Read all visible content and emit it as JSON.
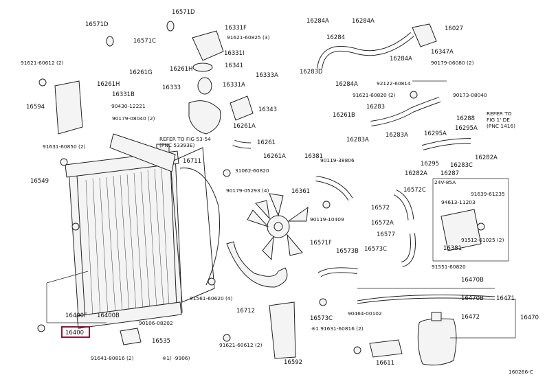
{
  "diagram_id": "160266-C",
  "highlight_color": "#8b1a3a",
  "labels": [
    {
      "id": "l1",
      "text": "16571D"
    },
    {
      "id": "l2",
      "text": "16571D"
    },
    {
      "id": "l3",
      "text": "16571C"
    },
    {
      "id": "l4",
      "text": "16331F"
    },
    {
      "id": "l5",
      "text": "91621-60825 (3)"
    },
    {
      "id": "l6",
      "text": "16331I"
    },
    {
      "id": "l7",
      "text": "91621-60612 (2)"
    },
    {
      "id": "l8",
      "text": "16261H"
    },
    {
      "id": "l9",
      "text": "16261H"
    },
    {
      "id": "l10",
      "text": "16341"
    },
    {
      "id": "l11",
      "text": "16261G"
    },
    {
      "id": "l12",
      "text": "16333A"
    },
    {
      "id": "l13",
      "text": "16331A"
    },
    {
      "id": "l14",
      "text": "16331B"
    },
    {
      "id": "l15",
      "text": "16333"
    },
    {
      "id": "l16",
      "text": "16594"
    },
    {
      "id": "l17",
      "text": "90430-12221"
    },
    {
      "id": "l18",
      "text": "16343"
    },
    {
      "id": "l19",
      "text": "90179-08040 (2)"
    },
    {
      "id": "l20",
      "text": "16261A"
    },
    {
      "id": "l21",
      "text": "16261"
    },
    {
      "id": "l22",
      "text": "91631-60850 (2)"
    },
    {
      "id": "l23",
      "text": "REFER TO FIG 53-54"
    },
    {
      "id": "l24",
      "text": "(PNC 53393E)"
    },
    {
      "id": "l25",
      "text": "16261A"
    },
    {
      "id": "l26",
      "text": "16711"
    },
    {
      "id": "l27",
      "text": "31062-60820"
    },
    {
      "id": "l28",
      "text": "16549"
    },
    {
      "id": "l29",
      "text": "90179-05293 (4)"
    },
    {
      "id": "l30",
      "text": "16361"
    },
    {
      "id": "l31",
      "text": "16400F"
    },
    {
      "id": "l32",
      "text": "16400B"
    },
    {
      "id": "l33",
      "text": "91561-60620 (4)"
    },
    {
      "id": "l34",
      "text": "90106-08202"
    },
    {
      "id": "l35",
      "text": "16400"
    },
    {
      "id": "l36",
      "text": "16712"
    },
    {
      "id": "l37",
      "text": "16535"
    },
    {
      "id": "l38",
      "text": "91641-80816 (2)"
    },
    {
      "id": "l39",
      "text": "91621-60612 (2)"
    },
    {
      "id": "l40",
      "text": "16592"
    },
    {
      "id": "l41",
      "text": "※1(  -9906)"
    },
    {
      "id": "l42",
      "text": "16284A"
    },
    {
      "id": "l43",
      "text": "16284A"
    },
    {
      "id": "l44",
      "text": "16284"
    },
    {
      "id": "l45",
      "text": "16027"
    },
    {
      "id": "l46",
      "text": "16347A"
    },
    {
      "id": "l47",
      "text": "16283D"
    },
    {
      "id": "l48",
      "text": "16284A"
    },
    {
      "id": "l49",
      "text": "90179-06080 (2)"
    },
    {
      "id": "l50",
      "text": "16284A"
    },
    {
      "id": "l51",
      "text": "92122-60814"
    },
    {
      "id": "l52",
      "text": "91621-60820 (2)"
    },
    {
      "id": "l53",
      "text": "90173-08040"
    },
    {
      "id": "l54",
      "text": "16283"
    },
    {
      "id": "l55",
      "text": "16261B"
    },
    {
      "id": "l56",
      "text": "16288"
    },
    {
      "id": "l57",
      "text": "REFER TO"
    },
    {
      "id": "l58",
      "text": "FIG 1' DE"
    },
    {
      "id": "l59",
      "text": "(PNC 1416)"
    },
    {
      "id": "l60",
      "text": "16283A"
    },
    {
      "id": "l61",
      "text": "16283A"
    },
    {
      "id": "l62",
      "text": "16295A"
    },
    {
      "id": "l63",
      "text": "16295A"
    },
    {
      "id": "l64",
      "text": "16381"
    },
    {
      "id": "l65",
      "text": "90119-38806"
    },
    {
      "id": "l66",
      "text": "16282A"
    },
    {
      "id": "l67",
      "text": "16295"
    },
    {
      "id": "l68",
      "text": "16283C"
    },
    {
      "id": "l69",
      "text": "16282A"
    },
    {
      "id": "l70",
      "text": "16287"
    },
    {
      "id": "l71",
      "text": "24V-85A"
    },
    {
      "id": "l72",
      "text": "16572C"
    },
    {
      "id": "l73",
      "text": "91639-61235"
    },
    {
      "id": "l74",
      "text": "94613-11203"
    },
    {
      "id": "l75",
      "text": "16572"
    },
    {
      "id": "l76",
      "text": "90119-10409"
    },
    {
      "id": "l77",
      "text": "16572A"
    },
    {
      "id": "l78",
      "text": "16577"
    },
    {
      "id": "l79",
      "text": "91512-61025 (2)"
    },
    {
      "id": "l80",
      "text": "16381"
    },
    {
      "id": "l81",
      "text": "16571F"
    },
    {
      "id": "l82",
      "text": "16573B"
    },
    {
      "id": "l83",
      "text": "16573C"
    },
    {
      "id": "l84",
      "text": "91551-60820"
    },
    {
      "id": "l85",
      "text": "16470B"
    },
    {
      "id": "l86",
      "text": "16470B"
    },
    {
      "id": "l87",
      "text": "16471"
    },
    {
      "id": "l88",
      "text": "16470"
    },
    {
      "id": "l89",
      "text": "90464-00102"
    },
    {
      "id": "l90",
      "text": "16472"
    },
    {
      "id": "l91",
      "text": "16573C"
    },
    {
      "id": "l92",
      "text": "※1 91631-60816 (2)"
    },
    {
      "id": "l93",
      "text": "16611"
    }
  ]
}
